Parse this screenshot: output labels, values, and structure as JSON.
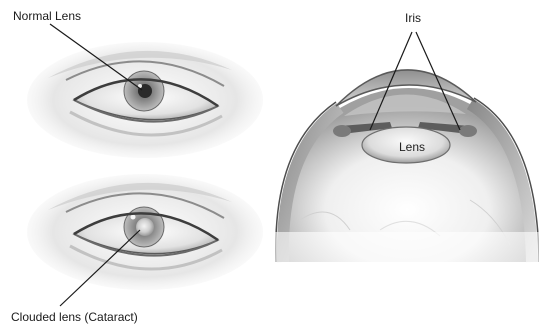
{
  "labels": {
    "normal_lens": "Normal Lens",
    "clouded_lens": "Clouded lens (Cataract)",
    "iris": "Iris",
    "lens": "Lens"
  },
  "colors": {
    "background": "#ffffff",
    "line": "#1a1a1a",
    "shading_dark": "#6e6e6e",
    "shading_light": "#f2f2f2"
  },
  "icons": {
    "normal_eye": "normal-eye-illustration",
    "cataract_eye": "cataract-eye-illustration",
    "cross_section": "eye-cross-section-illustration"
  }
}
